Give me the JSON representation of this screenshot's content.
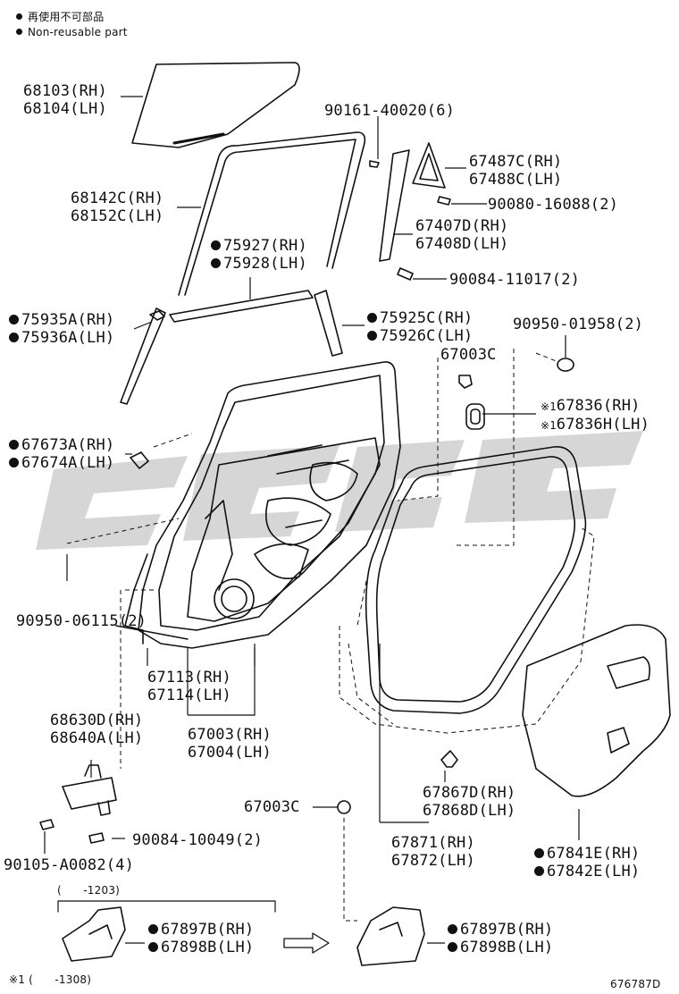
{
  "legend": {
    "line1": "再使用不可部品",
    "line2": "Non-reusable part"
  },
  "parts": {
    "glass": {
      "rh": "68103(RH)",
      "lh": "68104(LH)"
    },
    "run_channel": {
      "rh": "68142C(RH)",
      "lh": "68152C(LH)"
    },
    "screw_top": "90161-40020(6)",
    "corner_piece": {
      "rh": "67487C(RH)",
      "lh": "67488C(LH)"
    },
    "screw_corner": "90080-16088(2)",
    "division_bar": {
      "rh": "67407D(RH)",
      "lh": "67408D(LH)"
    },
    "bolt_division": "90084-11017(2)",
    "weatherstrip_belt_inner": {
      "rh": "75927(RH)",
      "lh": "75928(LH)"
    },
    "moulding_front": {
      "rh": "75935A(RH)",
      "lh": "75936A(LH)"
    },
    "moulding_rear": {
      "rh": "75925C(RH)",
      "lh": "75926C(LH)"
    },
    "plug_top": "90950-01958(2)",
    "clip_upper": "67003C",
    "cover_service": {
      "rh": "67836(RH)",
      "lh": "67836H(LH)",
      "mark": "※1"
    },
    "clip_mould": {
      "rh": "67673A(RH)",
      "lh": "67674A(LH)"
    },
    "plug_side": "90950-06115(2)",
    "weatherstrip_door": {
      "rh": "67113(RH)",
      "lh": "67114(LH)"
    },
    "door_panel": {
      "rh": "67003(RH)",
      "lh": "67004(LH)"
    },
    "hinge": {
      "rh": "68630D(RH)",
      "lh": "68640A(LH)"
    },
    "bolt_hinge": "90084-10049(2)",
    "bolt_hinge2": "90105-A0082(4)",
    "clip_lower": "67003C",
    "retainer": {
      "rh": "67867D(RH)",
      "lh": "67868D(LH)"
    },
    "weatherstrip_opening": {
      "rh": "67871(RH)",
      "lh": "67872(LH)"
    },
    "service_cover": {
      "rh": "67841E(RH)",
      "lh": "67842E(LH)"
    },
    "bracket_old": {
      "rh": "67897B(RH)",
      "lh": "67898B(LH)",
      "range": "(　　-1203)"
    },
    "bracket_new": {
      "rh": "67897B(RH)",
      "lh": "67898B(LH)"
    }
  },
  "footnote": "※1 (　　-1308)",
  "diagram_code": "676787D",
  "watermark_color": "#cfcfcf"
}
